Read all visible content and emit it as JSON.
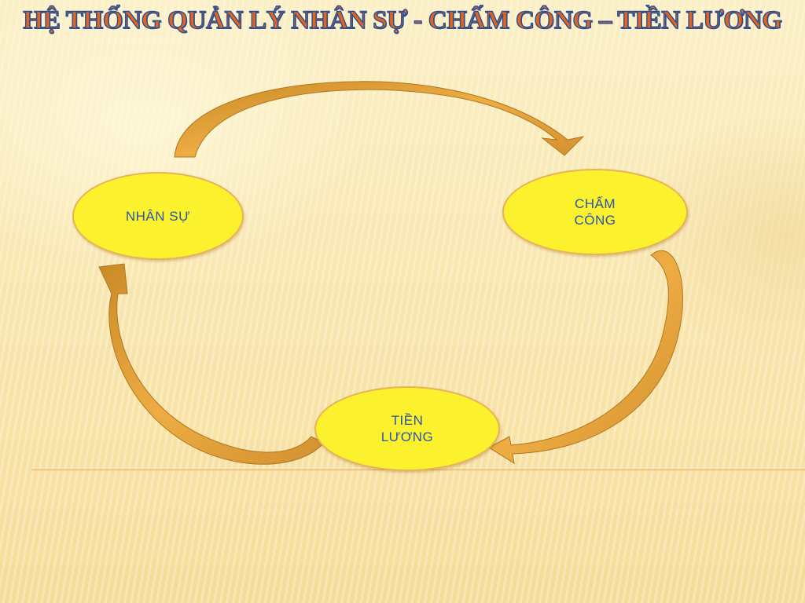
{
  "slide": {
    "title": "HỆ THỐNG QUẢN LÝ NHÂN SỰ - CHẤM CÔNG – TIỀN LƯƠNG"
  },
  "nodes": {
    "nhan_su": "NHÂN SỰ",
    "cham_cong": "CHẤM\nCÔNG",
    "tien_luong": "TIỀN\nLƯƠNG"
  },
  "colors": {
    "node_fill": "#fbf22d",
    "node_text": "#2a55a8",
    "arrow": "#e9a53a",
    "title_fill": "#e2641e",
    "title_outline": "#2a4f93"
  }
}
